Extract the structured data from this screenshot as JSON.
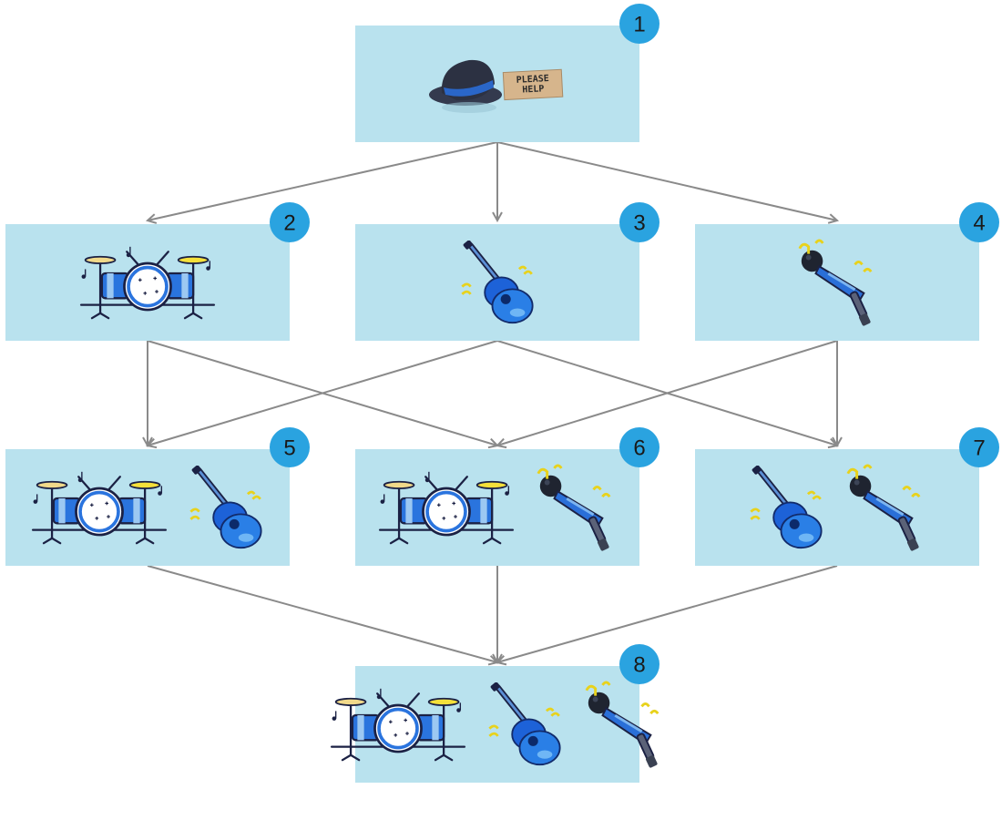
{
  "nodes": [
    {
      "id": "1",
      "label": "1",
      "items": [
        "hat-icon"
      ],
      "sign": [
        "PLEASE",
        "HELP"
      ]
    },
    {
      "id": "2",
      "label": "2",
      "items": [
        "drum-kit-icon"
      ]
    },
    {
      "id": "3",
      "label": "3",
      "items": [
        "guitar-icon"
      ]
    },
    {
      "id": "4",
      "label": "4",
      "items": [
        "microphone-icon"
      ]
    },
    {
      "id": "5",
      "label": "5",
      "items": [
        "drum-kit-icon",
        "guitar-icon"
      ]
    },
    {
      "id": "6",
      "label": "6",
      "items": [
        "drum-kit-icon",
        "microphone-icon"
      ]
    },
    {
      "id": "7",
      "label": "7",
      "items": [
        "guitar-icon",
        "microphone-icon"
      ]
    },
    {
      "id": "8",
      "label": "8",
      "items": [
        "drum-kit-icon",
        "guitar-icon",
        "microphone-icon"
      ]
    }
  ],
  "edges": [
    [
      "1",
      "2"
    ],
    [
      "1",
      "3"
    ],
    [
      "1",
      "4"
    ],
    [
      "2",
      "5"
    ],
    [
      "2",
      "6"
    ],
    [
      "3",
      "5"
    ],
    [
      "3",
      "7"
    ],
    [
      "4",
      "6"
    ],
    [
      "4",
      "7"
    ],
    [
      "5",
      "8"
    ],
    [
      "6",
      "8"
    ],
    [
      "7",
      "8"
    ]
  ],
  "colors": {
    "box": "#b9e2ee",
    "badge": "#2aa3e0",
    "edge": "#8a8a8a"
  }
}
